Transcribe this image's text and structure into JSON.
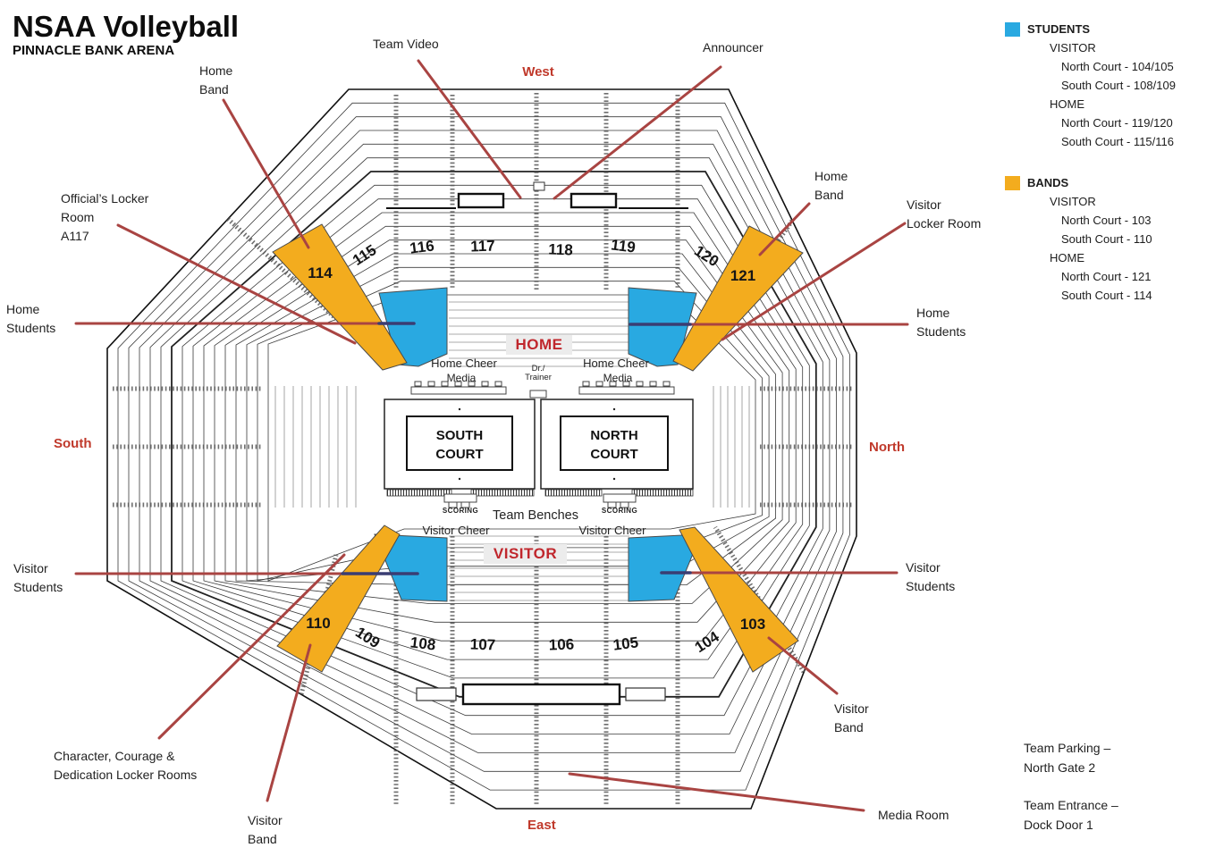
{
  "title": {
    "main": "NSAA Volleyball",
    "subtitle": "PINNACLE BANK ARENA"
  },
  "legend": {
    "students": {
      "label": "STUDENTS",
      "groups": [
        {
          "label": "VISITOR",
          "items": [
            "North Court - 104/105",
            "South Court - 108/109"
          ]
        },
        {
          "label": "HOME",
          "items": [
            "North Court - 119/120",
            "South Court - 115/116"
          ]
        }
      ]
    },
    "bands": {
      "label": "BANDS",
      "groups": [
        {
          "label": "VISITOR",
          "items": [
            "North Court - 103",
            "South Court - 110"
          ]
        },
        {
          "label": "HOME",
          "items": [
            "North Court - 121",
            "South Court - 114"
          ]
        }
      ]
    }
  },
  "directions": {
    "west": "West",
    "south": "South",
    "north": "North",
    "east": "East"
  },
  "floor": {
    "home": "HOME",
    "visitor": "VISITOR",
    "home_cheer": "Home Cheer",
    "visitor_cheer": "Visitor Cheer",
    "media": "Media",
    "dr_trainer_line1": "Dr./",
    "dr_trainer_line2": "Trainer",
    "south_court_line1": "SOUTH",
    "south_court_line2": "COURT",
    "north_court_line1": "NORTH",
    "north_court_line2": "COURT",
    "scoring": "SCORING",
    "team_benches": "Team Benches"
  },
  "sections": {
    "103": "103",
    "104": "104",
    "105": "105",
    "106": "106",
    "107": "107",
    "108": "108",
    "109": "109",
    "110": "110",
    "114": "114",
    "115": "115",
    "116": "116",
    "117": "117",
    "118": "118",
    "119": "119",
    "120": "120",
    "121": "121"
  },
  "callouts": {
    "team_video": {
      "lines": [
        "Team Video"
      ]
    },
    "announcer": {
      "lines": [
        "Announcer"
      ]
    },
    "home_band_left": {
      "lines": [
        "Home",
        "Band"
      ]
    },
    "officials_locker": {
      "lines": [
        "Official’s Locker",
        "Room",
        "A117"
      ]
    },
    "home_students_left": {
      "lines": [
        "Home",
        "Students"
      ]
    },
    "visitor_students_left": {
      "lines": [
        "Visitor",
        "Students"
      ]
    },
    "home_band_right": {
      "lines": [
        "Home",
        "Band"
      ]
    },
    "visitor_locker": {
      "lines": [
        "Visitor",
        "Locker Room"
      ]
    },
    "home_students_right": {
      "lines": [
        "Home",
        "Students"
      ]
    },
    "visitor_students_right": {
      "lines": [
        "Visitor",
        "Students"
      ]
    },
    "visitor_band_right": {
      "lines": [
        "Visitor",
        "Band"
      ]
    },
    "visitor_band_left": {
      "lines": [
        "Visitor",
        "Band"
      ]
    },
    "character_locker": {
      "lines": [
        "Character, Courage &",
        "Dedication Locker Rooms"
      ]
    },
    "media_room": {
      "lines": [
        "Media Room"
      ]
    }
  },
  "notes": {
    "parking": {
      "lines": [
        "Team Parking –",
        "North Gate 2"
      ]
    },
    "entrance": {
      "lines": [
        "Team Entrance –",
        "Dock Door 1"
      ]
    }
  },
  "colors": {
    "students": "#29A9E1",
    "bands": "#F3AC1E",
    "leader": "#A94442",
    "navy": "#3A3D73",
    "direction": "#C0392B",
    "floor_red": "#C0272D"
  }
}
